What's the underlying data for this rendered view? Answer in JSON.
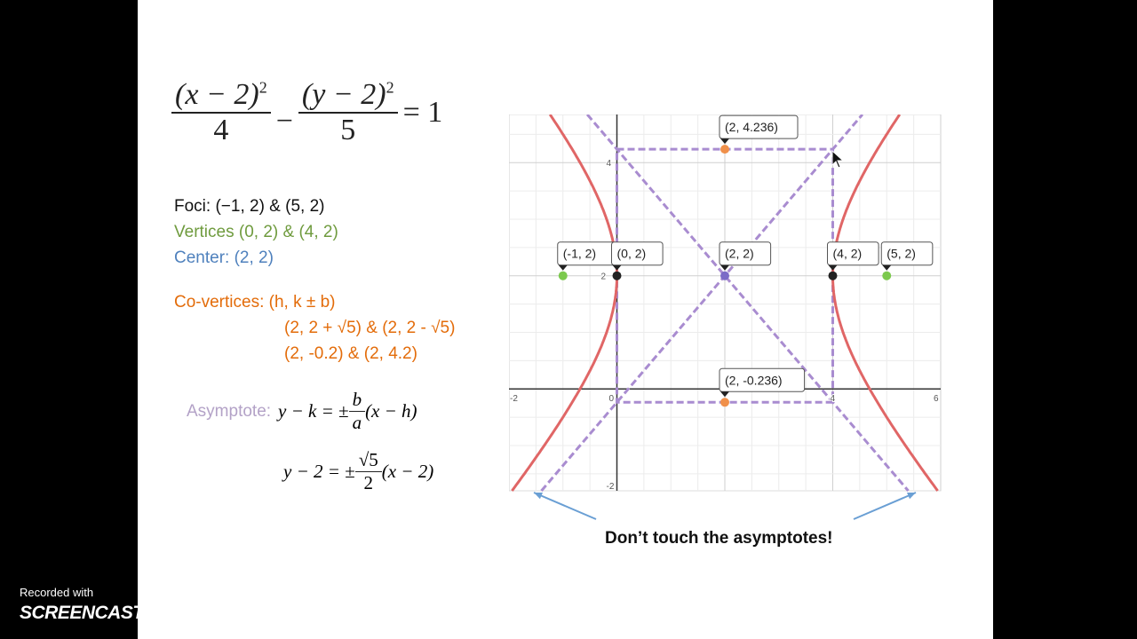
{
  "equation": {
    "num1": "(x − 2)",
    "exp1": "2",
    "den1": "4",
    "minus": "−",
    "num2": "(y − 2)",
    "exp2": "2",
    "den2": "5",
    "rhs": "= 1"
  },
  "foci": "Foci: (−1, 2) & (5, 2)",
  "vertices": "Vertices (0, 2) & (4, 2)",
  "center": "Center: (2, 2)",
  "covertices": {
    "title": "Co-vertices: (h, k ± b)",
    "line1": "(2, 2 + √5) & (2, 2 - √5)",
    "line2": "(2, -0.2) & (2, 4.2)"
  },
  "asymptote": {
    "label": "Asymptote:",
    "lhs": "y − k = ±",
    "num": "b",
    "den": "a",
    "rhs": "(x − h)"
  },
  "asymptote2": {
    "lhs": "y − 2 = ±",
    "num": "√5",
    "den": "2",
    "rhs": "(x − 2)"
  },
  "caption": "Don’t touch the asymptotes!",
  "colors": {
    "foci": "#111111",
    "vertices": "#6f9b3e",
    "center": "#4f81bd",
    "covertices": "#e36c0a",
    "asymptote": "#b3a2c7",
    "curve": "#e06666",
    "dashed": "#a98cd0",
    "arrow": "#6a9fd4"
  },
  "graph": {
    "xlim": [
      -2,
      6
    ],
    "ylim": [
      -1.8,
      4.85
    ],
    "ticks_x": [
      "-2",
      "0",
      "4",
      "6"
    ],
    "ticks_y": [
      "4",
      "2",
      "-2"
    ],
    "points": [
      {
        "label": "(-1, 2)",
        "x": -1,
        "y": 2,
        "color": "#7cc94e"
      },
      {
        "label": "(0, 2)",
        "x": 0,
        "y": 2,
        "color": "#222222"
      },
      {
        "label": "(2, 2)",
        "x": 2,
        "y": 2,
        "color": "#7b6bc7"
      },
      {
        "label": "(4, 2)",
        "x": 4,
        "y": 2,
        "color": "#222222"
      },
      {
        "label": "(5, 2)",
        "x": 5,
        "y": 2,
        "color": "#7cc94e"
      },
      {
        "label": "(2, 4.236)",
        "x": 2,
        "y": 4.236,
        "color": "#f0904a"
      },
      {
        "label": "(2, -0.236)",
        "x": 2,
        "y": -0.236,
        "color": "#f0904a"
      }
    ]
  },
  "watermark": {
    "recorded": "Recorded with",
    "brand": "SCREENCAST-O-MATIC"
  }
}
